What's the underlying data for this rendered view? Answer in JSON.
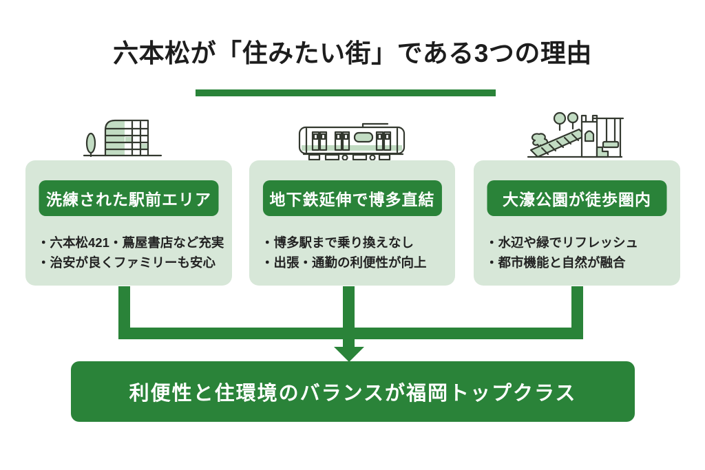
{
  "page": {
    "title": "六本松が「住みたい街」である3つの理由",
    "conclusion": "利便性と住環境のバランスが福岡トップクラス"
  },
  "reasons": [
    {
      "icon": "building-icon",
      "heading": "洗練された駅前エリア",
      "points": [
        "・六本松421・蔦屋書店など充実",
        "・治安が良くファミリーも安心"
      ]
    },
    {
      "icon": "train-icon",
      "heading": "地下鉄延伸で博多直結",
      "points": [
        "・博多駅まで乗り換えなし",
        "・出張・通勤の利便性が向上"
      ]
    },
    {
      "icon": "playground-icon",
      "heading": "大濠公園が徒歩圏内",
      "points": [
        "・水辺や緑でリフレッシュ",
        "・都市機能と自然が融合"
      ]
    }
  ],
  "colors": {
    "accent_green": "#2a8339",
    "card_light_green": "#d7e7d8",
    "icon_fill_green": "#c2dcc3",
    "text_dark": "#1d1d1d",
    "text_on_green": "#ffffff"
  }
}
